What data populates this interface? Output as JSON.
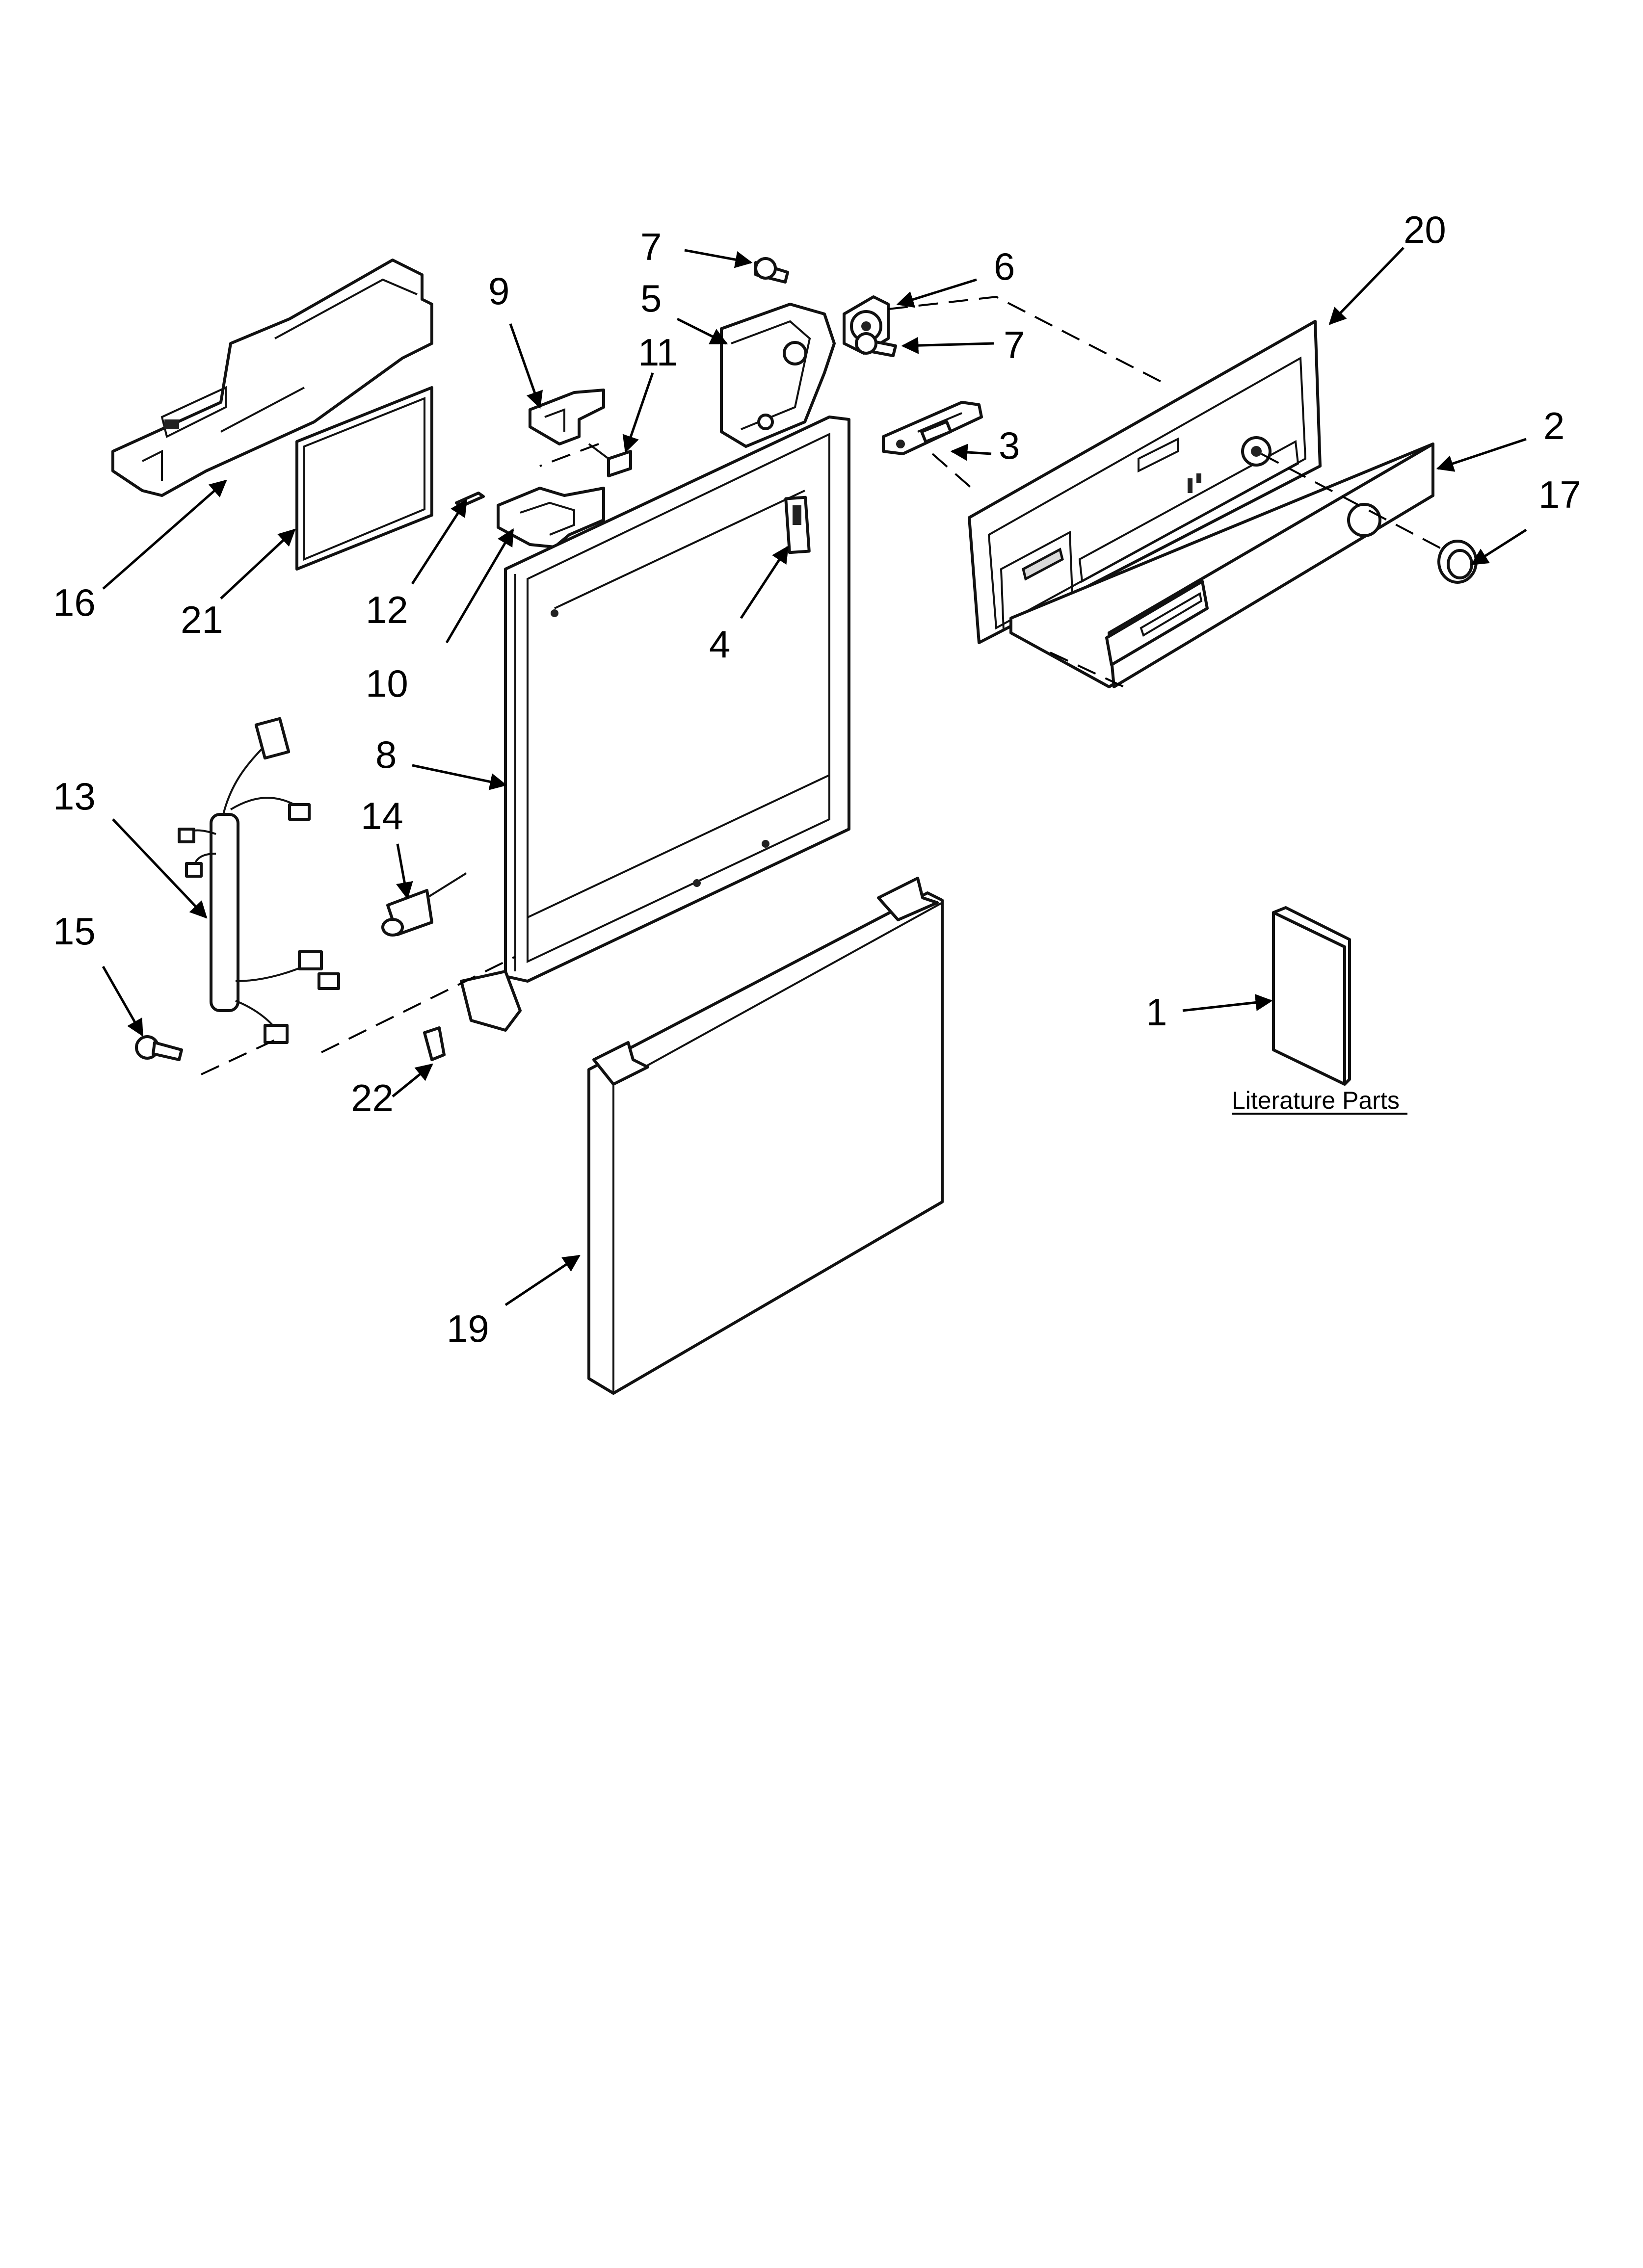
{
  "callouts": {
    "c1": "1",
    "c2": "2",
    "c3": "3",
    "c4": "4",
    "c5": "5",
    "c6": "6",
    "c7a": "7",
    "c7b": "7",
    "c8": "8",
    "c9": "9",
    "c10": "10",
    "c11": "11",
    "c12": "12",
    "c13": "13",
    "c14": "14",
    "c15": "15",
    "c16": "16",
    "c17": "17",
    "c19": "19",
    "c20": "20",
    "c21": "21",
    "c22": "22"
  },
  "literature": {
    "label": "Literature Parts"
  }
}
